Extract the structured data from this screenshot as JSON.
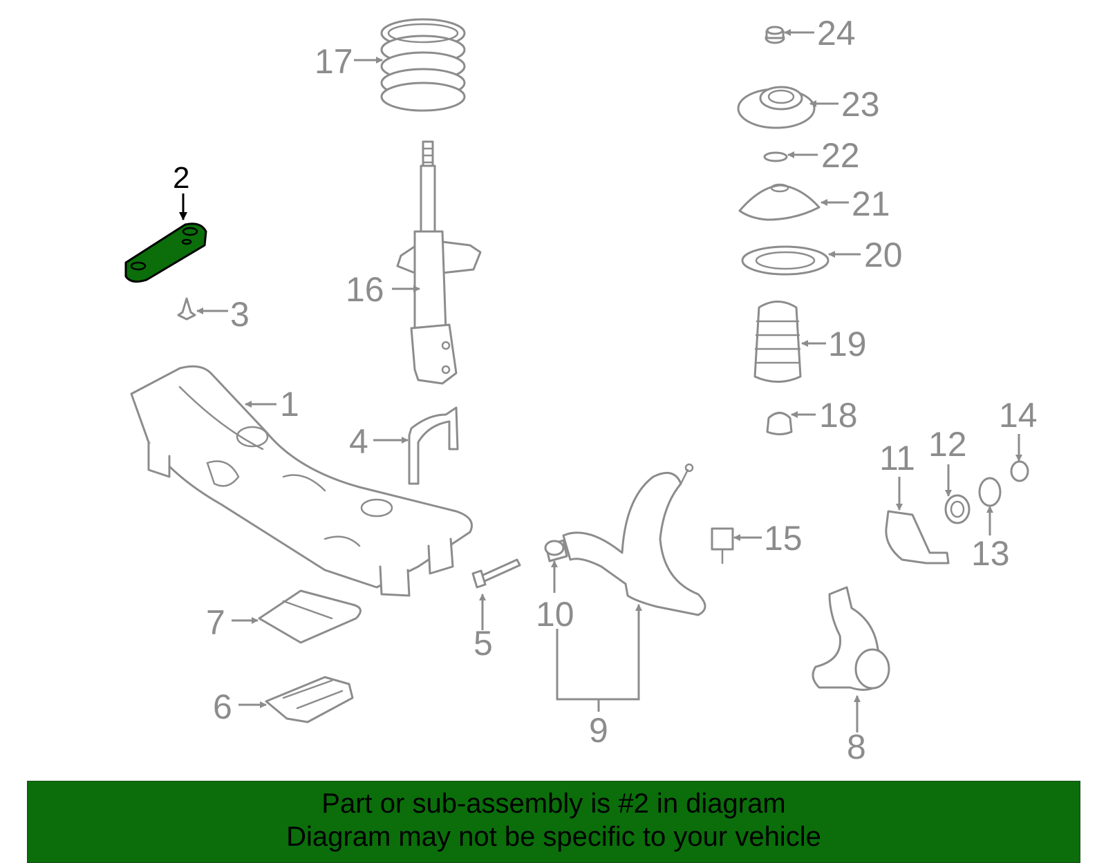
{
  "highlighted_part": "2",
  "callouts": {
    "c1": "1",
    "c2": "2",
    "c3": "3",
    "c4": "4",
    "c5": "5",
    "c6": "6",
    "c7": "7",
    "c8": "8",
    "c9": "9",
    "c10": "10",
    "c11": "11",
    "c12": "12",
    "c13": "13",
    "c14": "14",
    "c15": "15",
    "c16": "16",
    "c17": "17",
    "c18": "18",
    "c19": "19",
    "c20": "20",
    "c21": "21",
    "c22": "22",
    "c23": "23",
    "c24": "24"
  },
  "banner": {
    "line1": "Part or sub-assembly is #2 in diagram",
    "line2": "Diagram may not be specific to your vehicle"
  },
  "colors": {
    "highlight": "#0b6e0b",
    "parts_line": "#8c8c8c",
    "background": "#ffffff"
  }
}
